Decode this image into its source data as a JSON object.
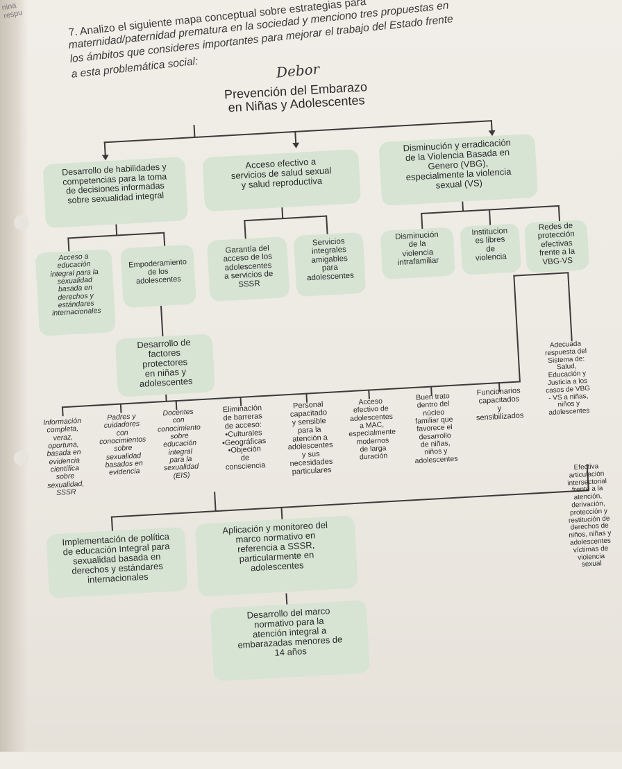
{
  "header": {
    "corner": "nina\nrespu",
    "line1": "7. Analizo el siguiente mapa conceptual sobre estrategias para",
    "line2": "maternidad/paternidad prematura en la sociedad y menciono tres propuestas en",
    "line3": "los ámbitos que consideres importantes para mejorar el trabajo del Estado frente",
    "line4": "a esta problemática social:",
    "handwritten": "Debor"
  },
  "map": {
    "title": "Prevención del Embarazo\nen Niñas y Adolescentes",
    "level1": [
      "Desarrollo de habilidades y\ncompetencias para la toma\nde decisiones informadas\nsobre sexualidad integral",
      "Acceso efectivo a\nservicios de salud sexual\ny salud reproductiva",
      "Disminución y erradicación\nde la Violencia Basada en\nGenero (VBG),\nespecialmente la violencia\nsexual (VS)"
    ],
    "level2": [
      "Acceso a\neducación\nintegral para la\nsexualidad\nbasada en\nderechos y\nestándares\ninternacionales",
      "Empoderamiento\nde los\nadolescentes",
      "Garantía del\nacceso de los\nadolescentes\na servicios de\nSSSR",
      "Servicios\nintegrales\namigables\npara\nadolescentes",
      "Disminución\nde la\nviolencia\nintrafamiliar",
      "Institucion\nes libres\nde\nviolencia",
      "Redes de\nprotección\nefectivas\nfrente a la\nVBG-VS"
    ],
    "middle": "Desarrollo de\nfactores\nprotectores\nen niñas y\nadolescentes",
    "level3": [
      "Información\ncompleta,\nveraz,\noportuna,\nbasada en\nevidencia\ncientífica\nsobre\nsexualidad,\nSSSR",
      "Padres y\ncuidadores\ncon\nconocimientos\nsobre\nsexualidad\nbasados en\nevidencia",
      "Docentes\ncon\nconocimiento\nsobre\neducación\nintegral\npara la\nsexualidad\n(EIS)",
      "Eliminación\nde barreras\nde acceso:\n•Culturales\n•Geográficas\n•Objeción\nde\nconsciencia",
      "Personal\ncapacitado\ny sensible\npara la\natención a\nadolescentes\ny sus\nnecesidades\nparticulares",
      "Acceso\nefectivo de\nadolescentes\na MAC,\nespecialmente\nmodernos\nde larga\nduración",
      "Buen trato\ndentro del\nnúcleo\nfamiliar que\nfavorece el\ndesarrollo\nde niñas,\nniños y\nadolescentes",
      "Funcionarios\ncapacitados\ny\nsensibilizados",
      "Adecuada\nrespuesta del\nSistema de:\nSalud,\nEducación y\nJusticia a los\ncasos de VBG\n- VS a niñas,\nniños y\nadolescentes"
    ],
    "bottom": [
      "Implementación de política\nde educación Integral para\nsexualidad basada en\nderechos y estándares\ninternacionales",
      "Aplicación y monitoreo del\nmarco normativo en\nreferencia a SSSR,\nparticularmente en\nadolescentes",
      "Desarrollo del marco\nnormativo para la\natención integral a\nembarazadas menores de\n14 años",
      "Efectiva\narticulación\nintersectorial\nfrente a la\natención,\nderivación,\nprotección y\nrestitución de\nderechos de\nniños, niñas y\nadolescentes\nvíctimas de\nviolencia\nsexual"
    ]
  },
  "colors": {
    "box_fill": "#d7e4d4",
    "line": "#3a3a3a",
    "text": "#2a2a2a"
  }
}
